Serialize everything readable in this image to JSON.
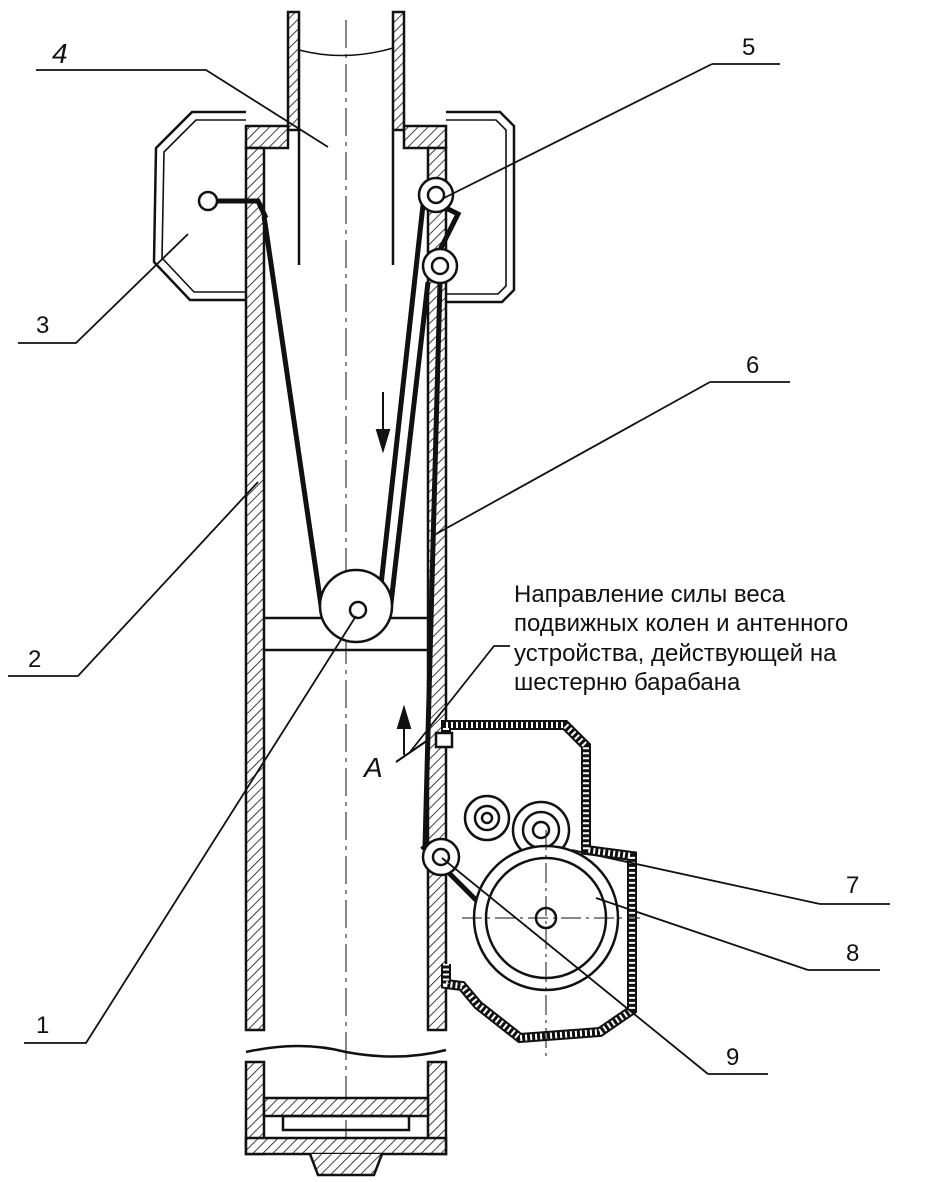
{
  "callouts": {
    "label_4": "4",
    "label_5": "5",
    "label_3": "3",
    "label_6": "6",
    "label_2": "2",
    "label_1": "1",
    "label_7": "7",
    "label_8": "8",
    "label_9": "9",
    "section_a": "A"
  },
  "note": {
    "line1": "Направление силы веса",
    "line2": "подвижных колен и антенного",
    "line3": "устройства, действующей на",
    "line4": "шестерню барабана"
  },
  "colors": {
    "ink": "#111111",
    "background": "#ffffff"
  }
}
